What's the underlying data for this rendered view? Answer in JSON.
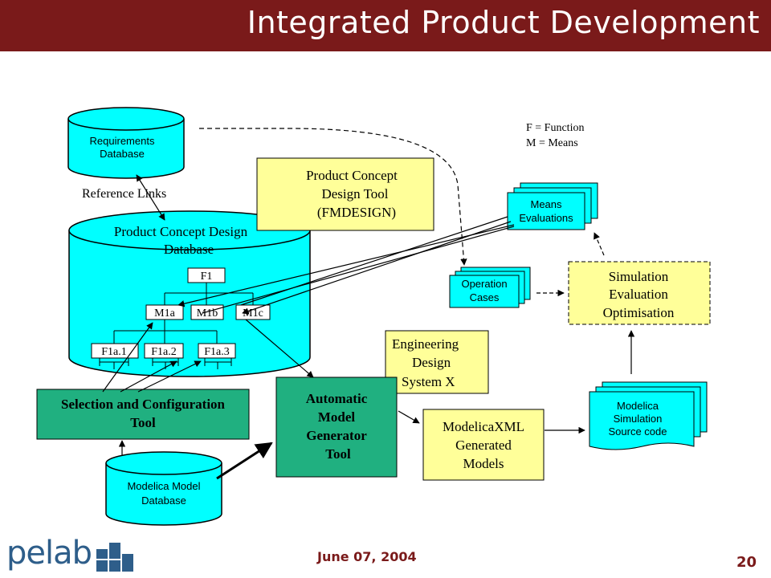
{
  "header": {
    "title": "Integrated Product Development"
  },
  "footer": {
    "date": "June 07, 2004",
    "page": "20",
    "logo": "pelab"
  },
  "legend": {
    "f": "F = Function",
    "m": "M = Means"
  },
  "nodes": {
    "requirements_db": [
      "Requirements",
      "Database"
    ],
    "reference_links": "Reference Links",
    "product_concept_db": [
      "Product Concept Design",
      "Database"
    ],
    "fmdesign": [
      "Product Concept",
      "Design Tool",
      "(FMDESIGN)"
    ],
    "means_evaluations": [
      "Means",
      "Evaluations"
    ],
    "operation_cases": [
      "Operation",
      "Cases"
    ],
    "simulation": [
      "Simulation",
      "Evaluation",
      "Optimisation"
    ],
    "engineering": [
      "Engineering",
      "Design",
      "System X"
    ],
    "selection": [
      "Selection and Configuration",
      "Tool"
    ],
    "automatic": [
      "Automatic",
      "Model",
      "Generator",
      "Tool"
    ],
    "modelicaxml": [
      "ModelicaXML",
      "Generated",
      "Models"
    ],
    "modelica_source": [
      "Modelica",
      "Simulation",
      "Source code"
    ],
    "modelica_model_db": [
      "Modelica Model",
      "Database"
    ]
  },
  "tree": {
    "root": "F1",
    "means": [
      "M1a",
      "M1b",
      "M1c"
    ],
    "functions": [
      "F1a.1",
      "F1a.2",
      "F1a.3"
    ]
  },
  "colors": {
    "cyan": "#00ffff",
    "yellow": "#ffff99",
    "green": "#20b080",
    "brand": "#7a1a1a",
    "logo": "#2e5e8a"
  }
}
